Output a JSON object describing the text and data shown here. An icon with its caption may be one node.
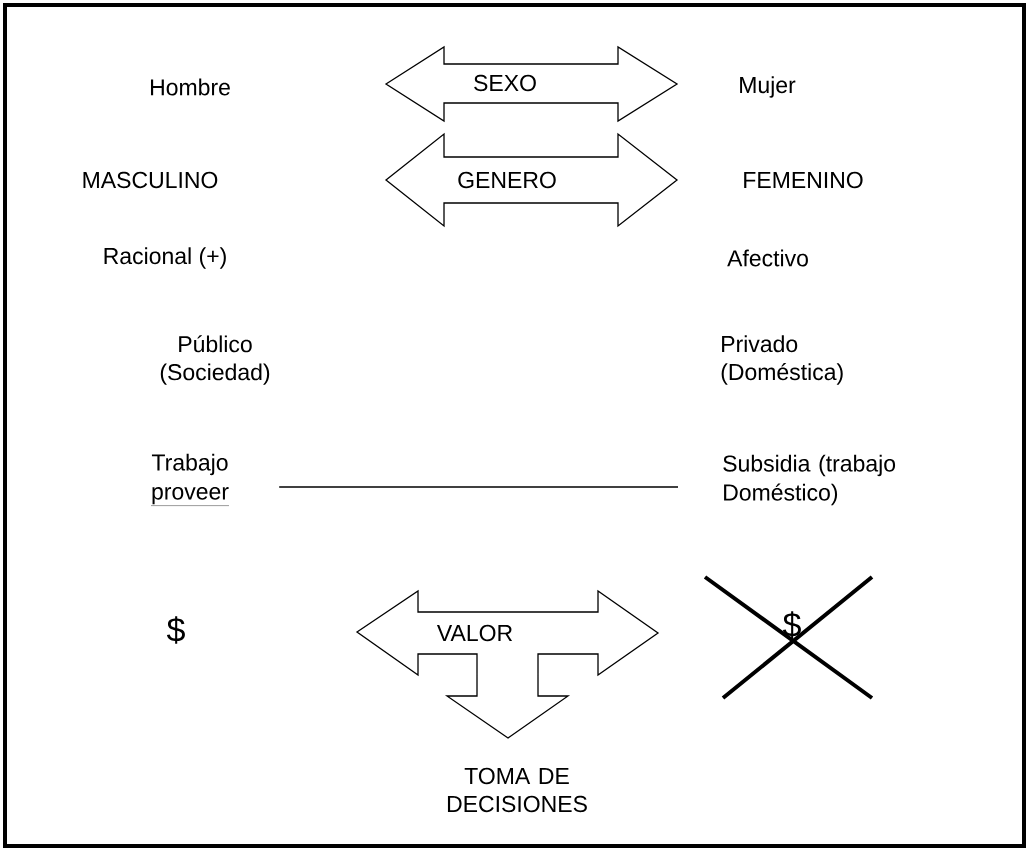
{
  "diagram": {
    "nodes": [
      {
        "text": [
          "SEXO"
        ]
      },
      {
        "text": [
          "GENERO"
        ]
      },
      {
        "text": [
          "Trabajo",
          "proveer"
        ]
      },
      {
        "text": [
          "Subsidia (trabajo Doméstico)"
        ]
      },
      {
        "text": [
          "VALOR"
        ]
      }
    ],
    "edges": [
      {
        "from": 2,
        "to": 3,
        "arrow": "none"
      }
    ],
    "labels": [
      "Hombre",
      "Mujer",
      "MASCULINO",
      "FEMENINO",
      "Racional (+)",
      "Afectivo",
      "Público (Sociedad)",
      "Privado (Doméstica)",
      "$",
      "$",
      "TOMA DE DECISIONES"
    ]
  }
}
